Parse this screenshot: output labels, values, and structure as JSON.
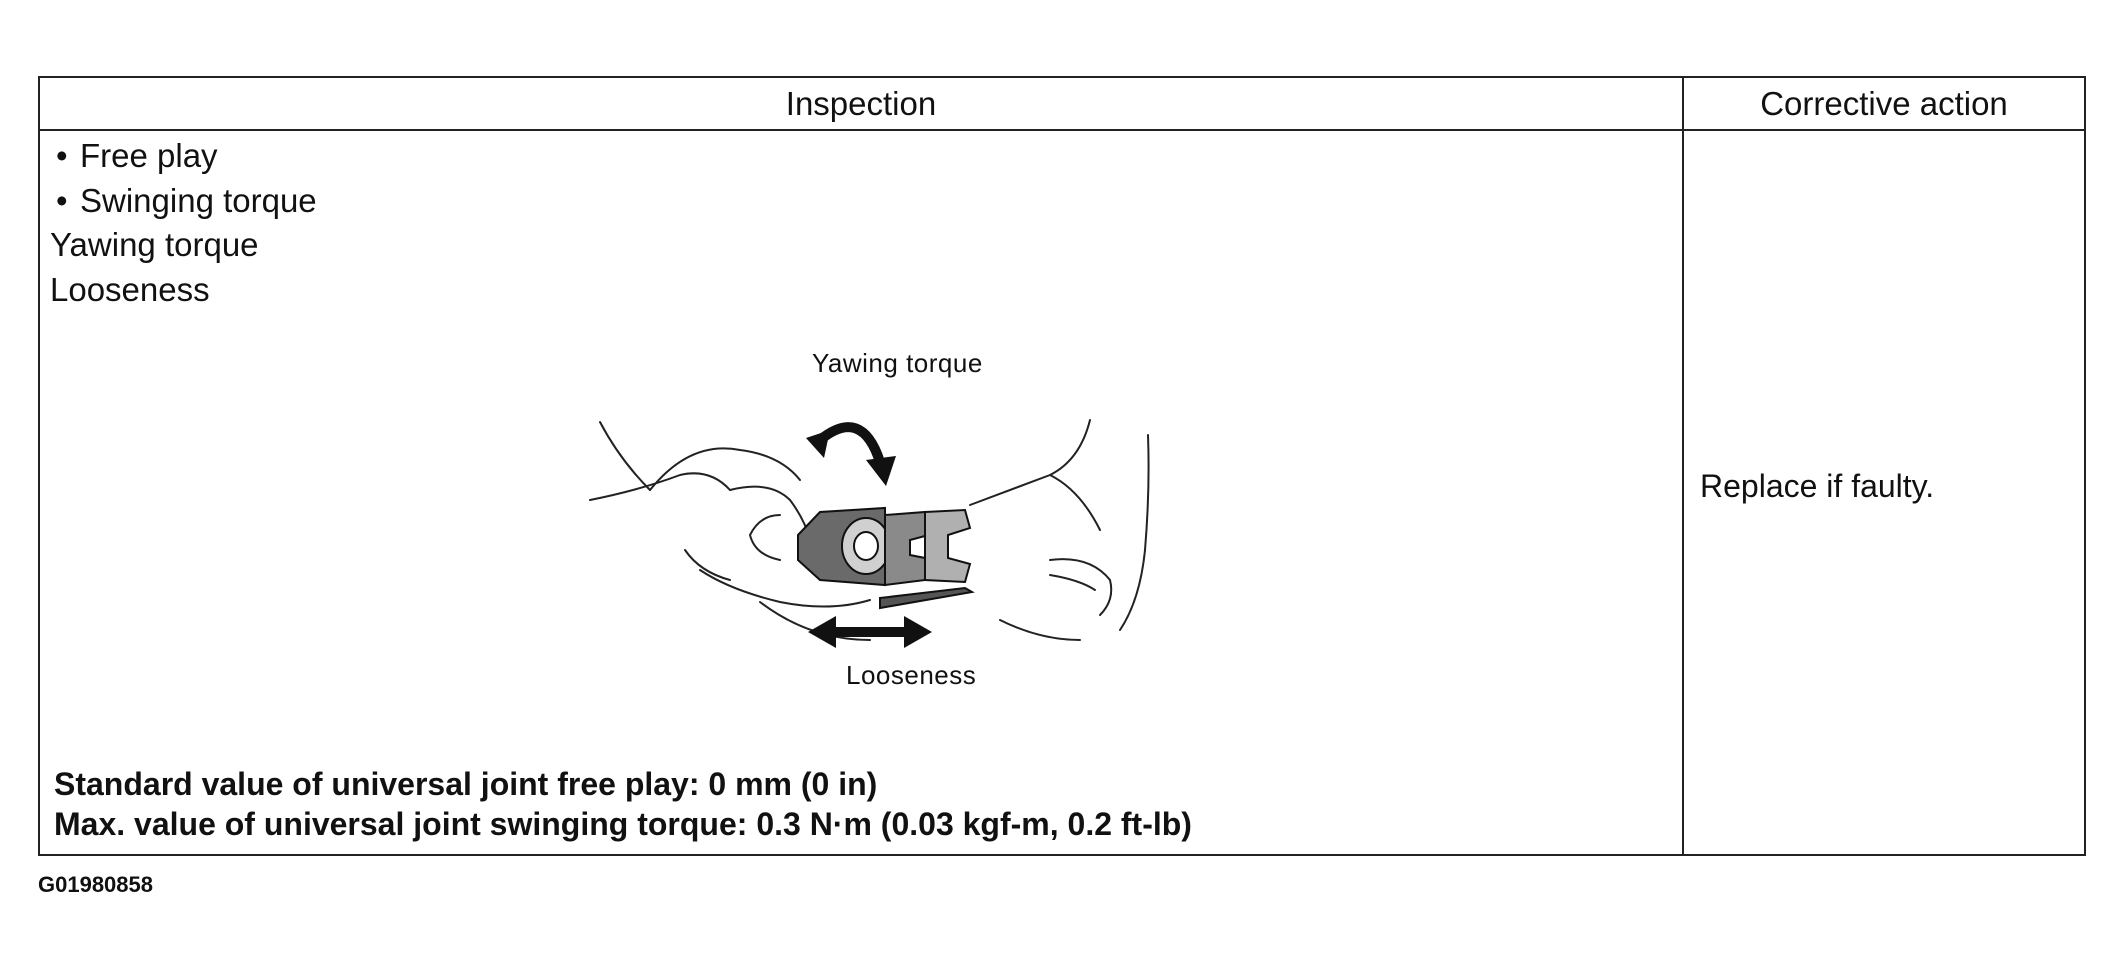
{
  "table": {
    "headers": {
      "inspection": "Inspection",
      "corrective_action": "Corrective action"
    },
    "inspection_items": [
      {
        "bullet": "•",
        "text": "Free play"
      },
      {
        "bullet": "•",
        "text": "Swinging torque"
      },
      {
        "bullet": "",
        "text": "Yawing torque"
      },
      {
        "bullet": "",
        "text": "Looseness"
      }
    ],
    "figure": {
      "label_top": "Yawing torque",
      "label_bottom": "Looseness"
    },
    "specs": [
      "Standard value of universal joint free play: 0 mm (0 in)",
      "Max. value of universal joint swinging torque: 0.3 N·m (0.03 kgf-m, 0.2 ft-lb)"
    ],
    "corrective_action": "Replace if faulty."
  },
  "figure_id": "G01980858"
}
